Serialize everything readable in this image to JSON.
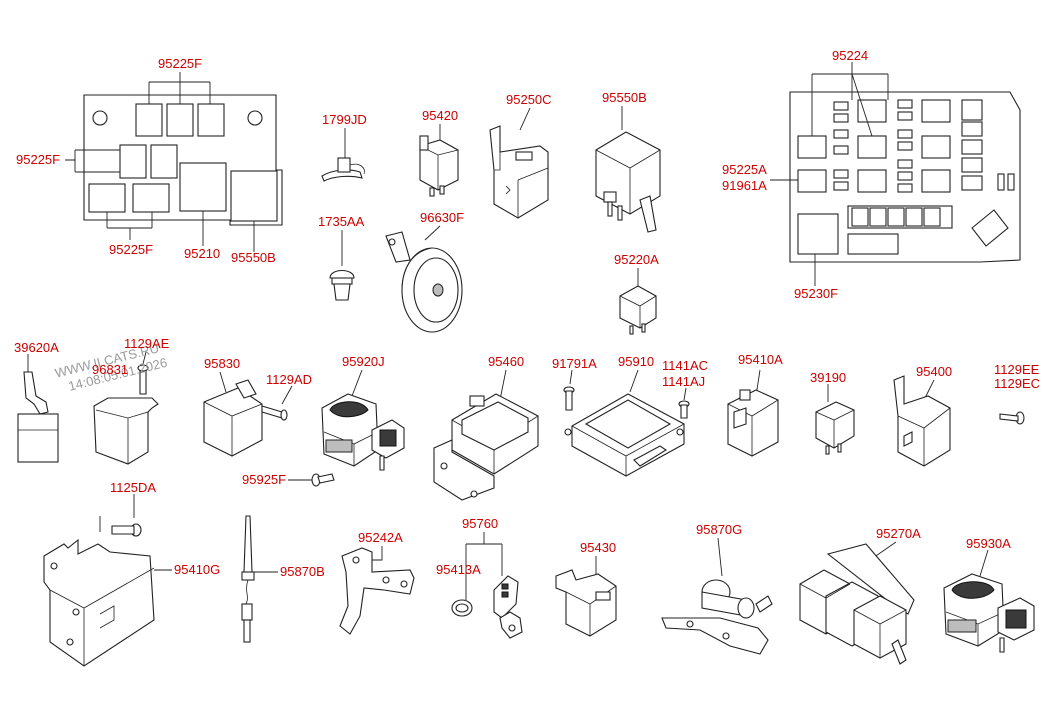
{
  "watermark": {
    "line1": "WWW.ILCATS.RU",
    "line2": "14:08:05.01.2026"
  },
  "labels": {
    "p95225F_top": "95225F",
    "p95225F_left": "95225F",
    "p95225F_bottom": "95225F",
    "p95210": "95210",
    "p95550B_a": "95550B",
    "p1799JD": "1799JD",
    "p1735AA": "1735AA",
    "p95420": "95420",
    "p96630F": "96630F",
    "p95250C": "95250C",
    "p95550B_b": "95550B",
    "p95220A": "95220A",
    "p95224": "95224",
    "p95225A": "95225A",
    "p91961A": "91961A",
    "p95230F": "95230F",
    "p39620A": "39620A",
    "p1129AE": "1129AE",
    "p96831": "96831",
    "p95830": "95830",
    "p1129AD": "1129AD",
    "p95920J": "95920J",
    "p95925F": "95925F",
    "p95460": "95460",
    "p91791A": "91791A",
    "p95910": "95910",
    "p1141AC": "1141AC",
    "p1141AJ": "1141AJ",
    "p95410A": "95410A",
    "p39190": "39190",
    "p95400": "95400",
    "p1129EE": "1129EE",
    "p1129EC": "1129EC",
    "p1125DA": "1125DA",
    "p95410G": "95410G",
    "p95870B": "95870B",
    "p95242A": "95242A",
    "p95760": "95760",
    "p95413A": "95413A",
    "p95430": "95430",
    "p95870G": "95870G",
    "p95270A": "95270A",
    "p95930A": "95930A"
  }
}
